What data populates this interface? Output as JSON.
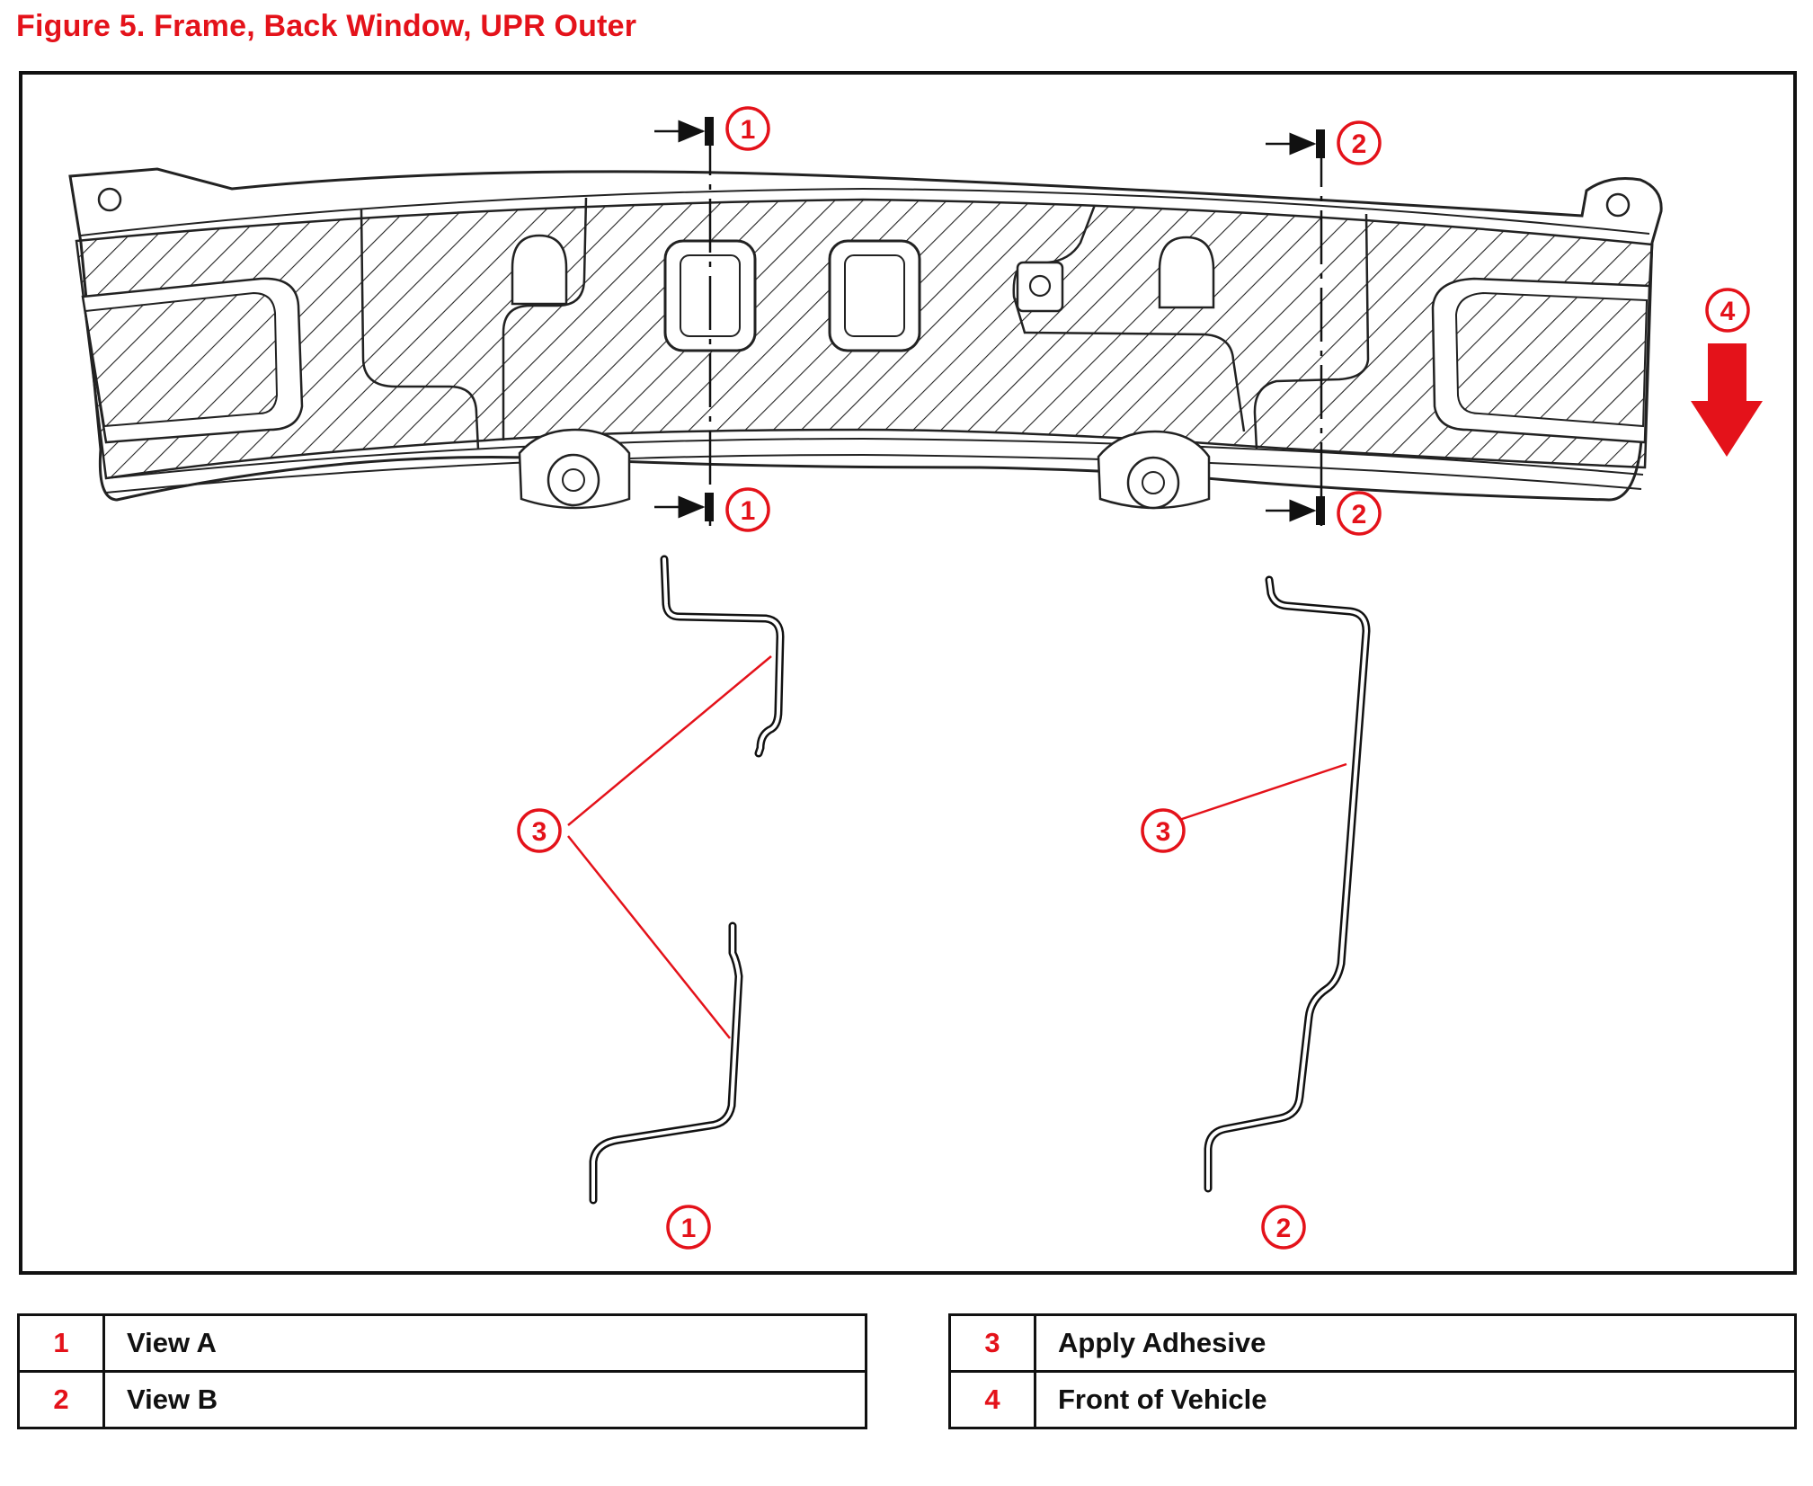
{
  "figure": {
    "title": "Figure 5.  Frame, Back Window, UPR Outer"
  },
  "callouts": {
    "c1": "1",
    "c2": "2",
    "c3": "3",
    "c4": "4"
  },
  "colors": {
    "accent": "#e4121a",
    "line": "#111111"
  },
  "legend": {
    "left": [
      {
        "num": "1",
        "label": "View A"
      },
      {
        "num": "2",
        "label": "View B"
      }
    ],
    "right": [
      {
        "num": "3",
        "label": "Apply Adhesive"
      },
      {
        "num": "4",
        "label": "Front of Vehicle"
      }
    ]
  }
}
